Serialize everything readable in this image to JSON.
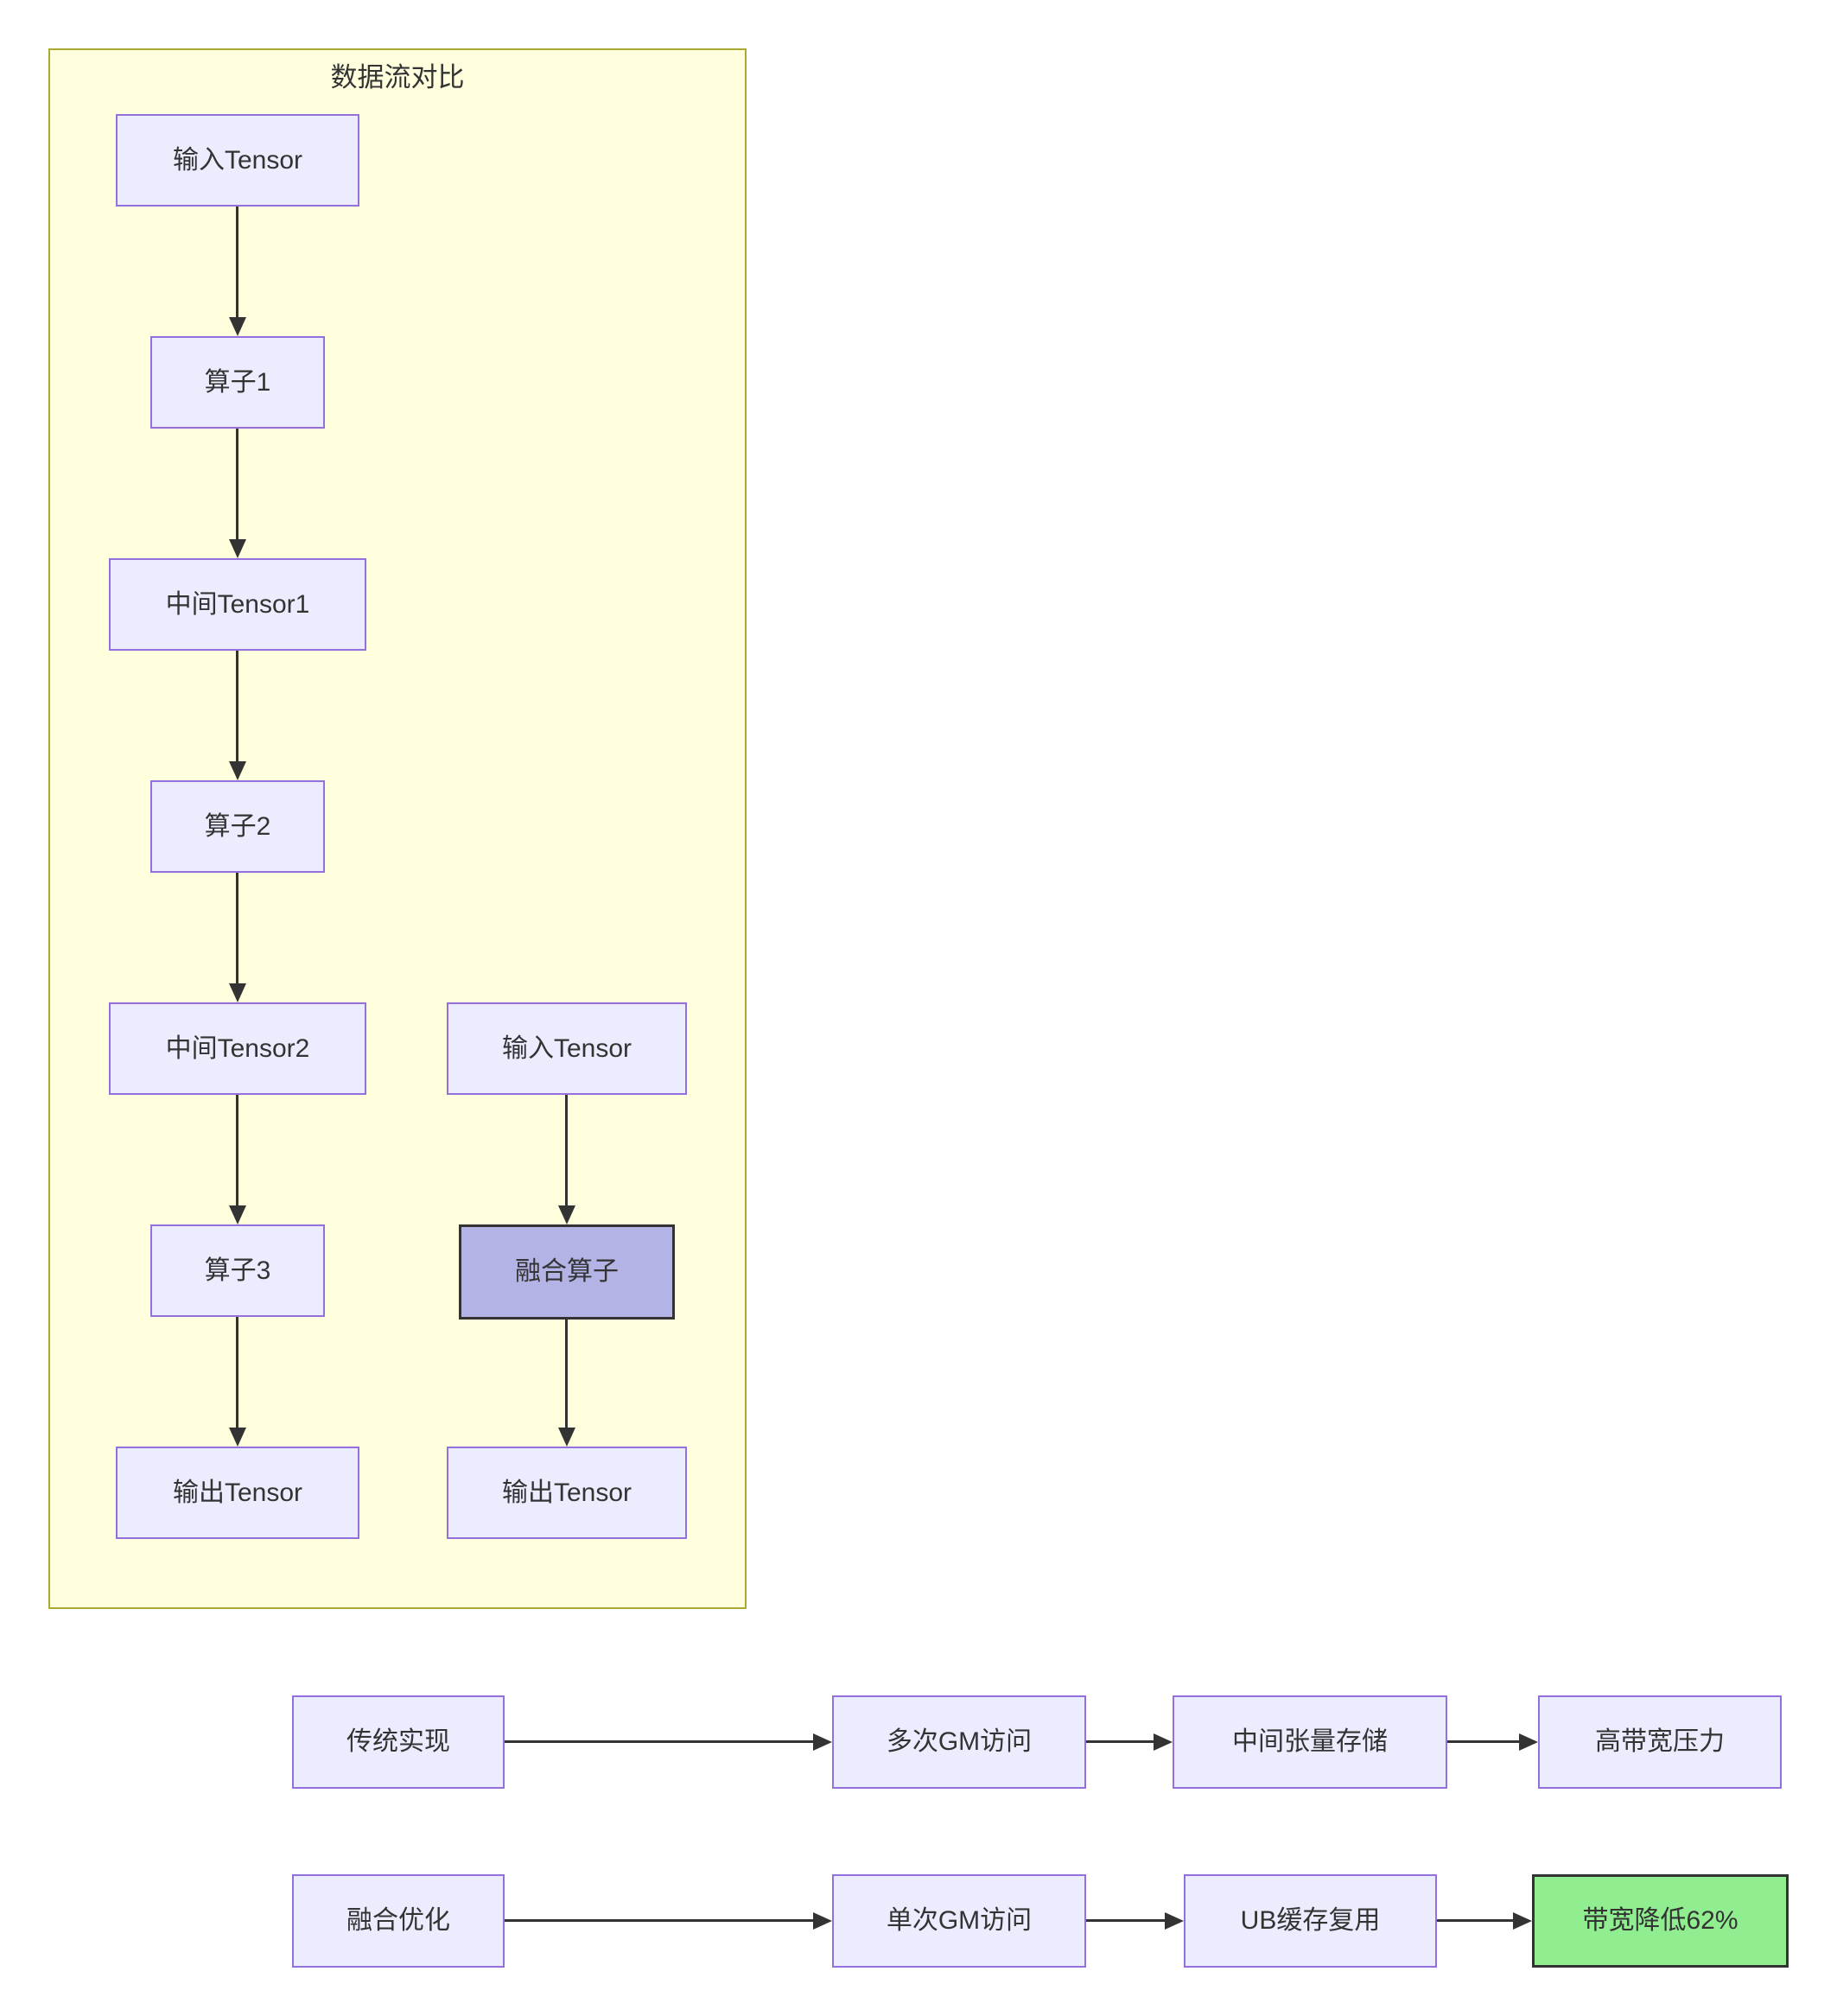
{
  "diagram": {
    "subgraph": {
      "title": "数据流对比",
      "fill": "#ffffde",
      "border_color": "#aaaa33"
    },
    "colors": {
      "node_fill": "#ECECFF",
      "node_border": "#9370DB",
      "fused_node_fill": "#b3b3e6",
      "fused_node_border": "#333333",
      "result_node_fill": "#90EE90",
      "result_node_border": "#333333",
      "edge_color": "#333333",
      "text_color": "#333333"
    },
    "nodes": {
      "left_flow": [
        {
          "label": "输入Tensor"
        },
        {
          "label": "算子1"
        },
        {
          "label": "中间Tensor1"
        },
        {
          "label": "算子2"
        },
        {
          "label": "中间Tensor2"
        },
        {
          "label": "算子3"
        },
        {
          "label": "输出Tensor"
        }
      ],
      "right_flow": [
        {
          "label": "输入Tensor"
        },
        {
          "label": "融合算子",
          "emphasis": "fused"
        },
        {
          "label": "输出Tensor"
        }
      ],
      "traditional_flow": [
        {
          "label": "传统实现"
        },
        {
          "label": "多次GM访问"
        },
        {
          "label": "中间张量存储"
        },
        {
          "label": "高带宽压力"
        }
      ],
      "fused_flow": [
        {
          "label": "融合优化"
        },
        {
          "label": "单次GM访问"
        },
        {
          "label": "UB缓存复用"
        },
        {
          "label": "带宽降低62%",
          "emphasis": "result"
        }
      ]
    }
  }
}
